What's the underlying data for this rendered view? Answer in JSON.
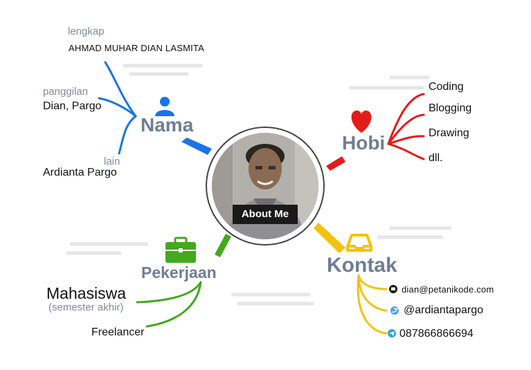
{
  "center": {
    "badge": "About Me"
  },
  "nama": {
    "title": "Nama",
    "icon": "person-icon",
    "color": "#1a73e8",
    "items": [
      {
        "label": "lengkap",
        "value": "AHMAD MUHAR DIAN LASMITA"
      },
      {
        "label": "panggilan",
        "value": "Dian, Pargo"
      },
      {
        "label": "lain",
        "value": "Ardianta Pargo"
      }
    ]
  },
  "hobi": {
    "title": "Hobi",
    "icon": "heart-icon",
    "color": "#e41b1b",
    "items": [
      "Coding",
      "Blogging",
      "Drawing",
      "dll."
    ]
  },
  "pekerjaan": {
    "title": "Pekerjaan",
    "icon": "briefcase-icon",
    "color": "#43a81c",
    "items": [
      {
        "value": "Mahasiswa",
        "note": "(semester akhir)"
      },
      {
        "value": "Freelancer"
      }
    ]
  },
  "kontak": {
    "title": "Kontak",
    "icon": "inbox-icon",
    "color": "#f4c20d",
    "items": [
      {
        "icon": "email-icon",
        "value": "dian@petanikode.com"
      },
      {
        "icon": "twitter-icon",
        "value": "@ardiantapargo"
      },
      {
        "icon": "telegram-icon",
        "value": "087866866694"
      }
    ]
  }
}
